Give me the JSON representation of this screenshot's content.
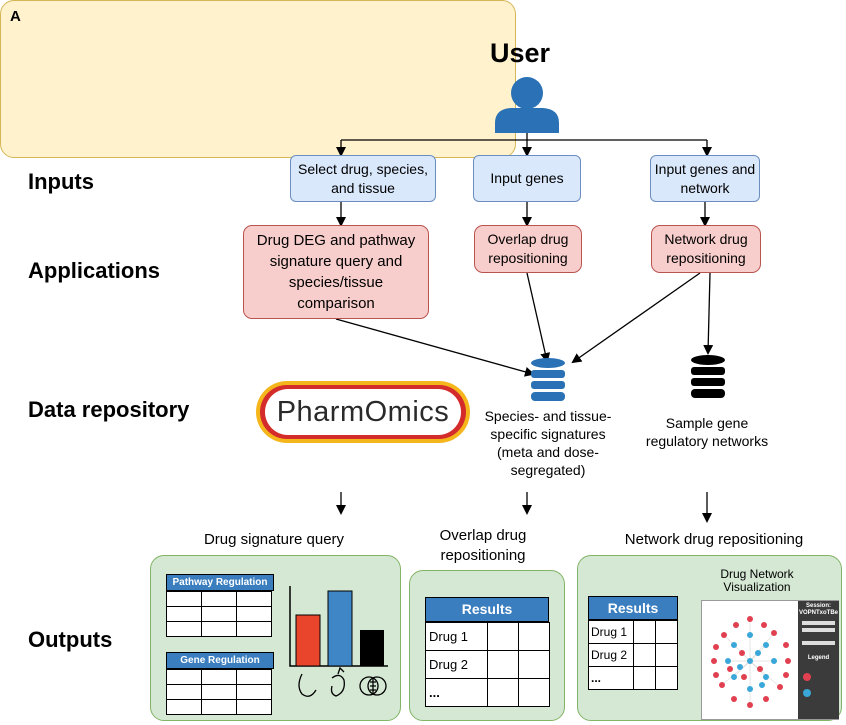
{
  "panel_letter": "A",
  "user": {
    "title": "User"
  },
  "row_labels": {
    "inputs": "Inputs",
    "applications": "Applications",
    "data_repository": "Data repository",
    "outputs": "Outputs"
  },
  "inputs": [
    {
      "label": "Select drug, species, and tissue"
    },
    {
      "label": "Input genes"
    },
    {
      "label": "Input genes and network"
    }
  ],
  "applications": [
    {
      "label": "Drug DEG and pathway signature query and species/tissue comparison"
    },
    {
      "label": "Overlap drug repositioning"
    },
    {
      "label": "Network drug repositioning"
    }
  ],
  "repository": {
    "logo_text": "PharmOmics",
    "signatures_label": "Species- and tissue-specific signatures (meta and dose-segregated)",
    "networks_label": "Sample gene regulatory networks"
  },
  "outputs": {
    "drug_signature": {
      "heading": "Drug signature query",
      "pathway_table_title": "Pathway Regulation",
      "gene_table_title": "Gene Regulation"
    },
    "overlap": {
      "heading": "Overlap drug repositioning",
      "results_title": "Results",
      "rows": [
        "Drug 1",
        "Drug 2",
        "..."
      ]
    },
    "network": {
      "heading": "Network drug repositioning",
      "results_title": "Results",
      "rows": [
        "Drug 1",
        "Drug 2",
        "..."
      ],
      "viz_title": "Drug Network Visualization",
      "session_title": "Session: VOPNTxoTBe",
      "legend_title": "Legend"
    }
  },
  "colors": {
    "input_fill": "#dae8fc",
    "application_fill": "#f8cecc",
    "repository_fill": "#fff2cc",
    "output_fill": "#d5e8d4",
    "database_blue": "#2a72b5",
    "bar_red": "#e8452c",
    "bar_blue": "#3f86c7"
  }
}
